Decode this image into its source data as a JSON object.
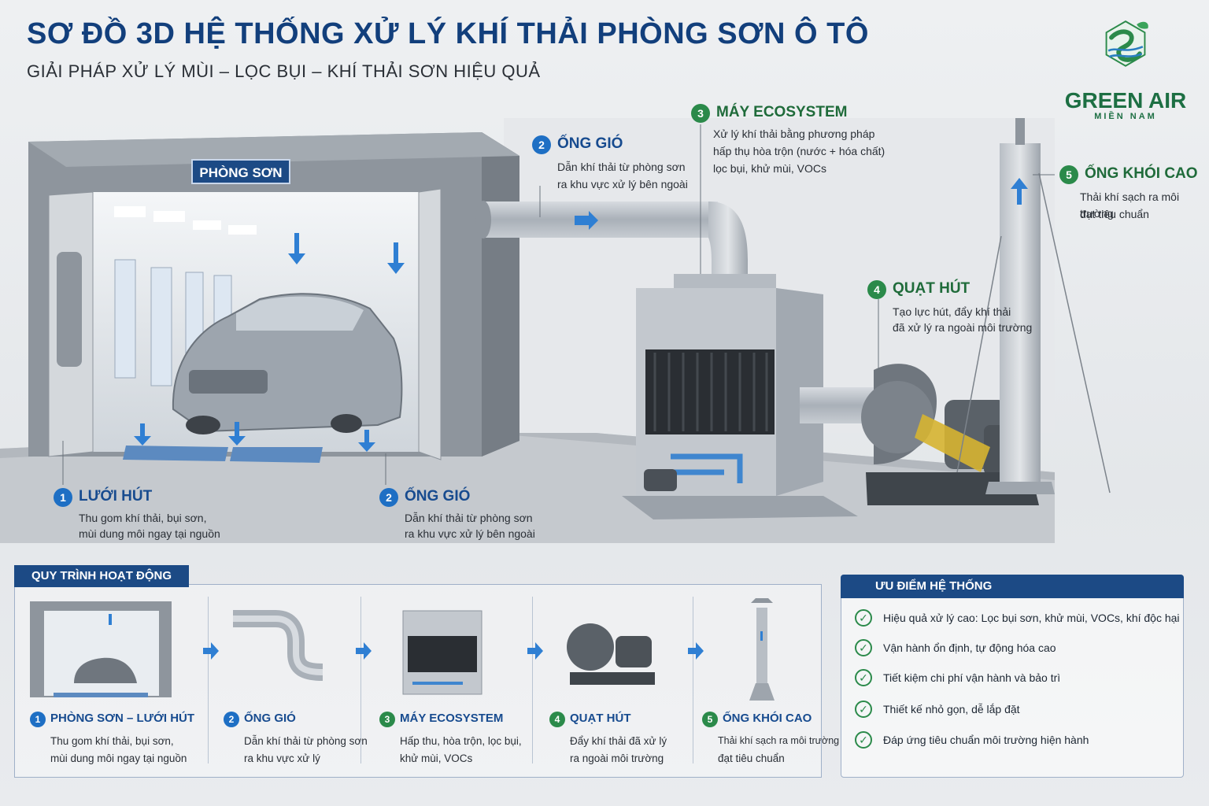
{
  "header": {
    "title": "SƠ ĐỒ 3D HỆ THỐNG XỬ LÝ KHÍ THẢI PHÒNG SƠN Ô TÔ",
    "subtitle": "GIẢI PHÁP XỬ LÝ MÙI – LỌC BỤI – KHÍ THẢI SƠN HIỆU QUẢ"
  },
  "logo": {
    "name": "GREEN AIR",
    "region": "MIỀN NAM"
  },
  "diagram": {
    "room_label": "PHÒNG SƠN",
    "callouts": [
      {
        "num": "1",
        "title": "LƯỚI HÚT",
        "lines": [
          "Thu gom khí thải, bụi sơn,",
          "mùi dung môi ngay tại nguồn"
        ]
      },
      {
        "num": "2",
        "title": "ỐNG GIÓ",
        "lines": [
          "Dẫn khí thải từ phòng sơn",
          "ra khu vực xử lý bên ngoài"
        ]
      },
      {
        "num": "2",
        "title": "ỐNG GIÓ",
        "lines": [
          "Dẫn khí thải từ phòng sơn",
          "ra khu vực xử lý bên ngoài"
        ]
      },
      {
        "num": "3",
        "title": "MÁY ECOSYSTEM",
        "lines": [
          "Xử lý khí thải bằng phương pháp",
          "hấp thụ hòa trộn (nước + hóa chất)",
          "lọc bụi, khử mùi, VOCs"
        ]
      },
      {
        "num": "4",
        "title": "QUẠT HÚT",
        "lines": [
          "Tạo lực hút, đẩy khí thải",
          "đã xử lý ra ngoài môi trường"
        ]
      },
      {
        "num": "5",
        "title": "ỐNG KHÓI CAO",
        "lines": [
          "Thải khí sạch ra môi trường",
          "đạt tiêu chuẩn"
        ]
      }
    ]
  },
  "process": {
    "tab_label": "QUY TRÌNH HOẠT ĐỘNG",
    "steps": [
      {
        "num": "1",
        "title": "PHÒNG SƠN – LƯỚI HÚT",
        "lines": [
          "Thu gom khí thải, bụi sơn,",
          "mùi dung môi ngay tại nguồn"
        ]
      },
      {
        "num": "2",
        "title": "ỐNG GIÓ",
        "lines": [
          "Dẫn khí thải từ phòng sơn",
          "ra khu vực xử lý"
        ]
      },
      {
        "num": "3",
        "title": "MÁY ECOSYSTEM",
        "lines": [
          "Hấp thu, hòa trộn, lọc bụi,",
          "khử mùi, VOCs"
        ]
      },
      {
        "num": "4",
        "title": "QUẠT HÚT",
        "lines": [
          "Đẩy khí thải đã xử lý",
          "ra ngoài môi trường"
        ]
      },
      {
        "num": "5",
        "title": "ỐNG KHÓI CAO",
        "lines": [
          "Thải khí sạch ra môi trường",
          "đạt tiêu chuẩn"
        ]
      }
    ]
  },
  "advantages": {
    "tab_label": "ƯU ĐIỂM HỆ THỐNG",
    "items": [
      "Hiệu quả xử lý cao: Lọc bụi sơn, khử mùi, VOCs, khí độc hại",
      "Vận hành ổn định, tự động hóa cao",
      "Tiết kiệm chi phí vận hành và bảo trì",
      "Thiết kế nhỏ gọn, dễ lắp đặt",
      "Đáp ứng tiêu chuẩn môi trường hiện hành"
    ]
  },
  "colors": {
    "primary_blue": "#1c4a85",
    "accent_blue": "#1e6fc4",
    "green": "#2b8a4a",
    "steel": "#a9b0b8"
  }
}
